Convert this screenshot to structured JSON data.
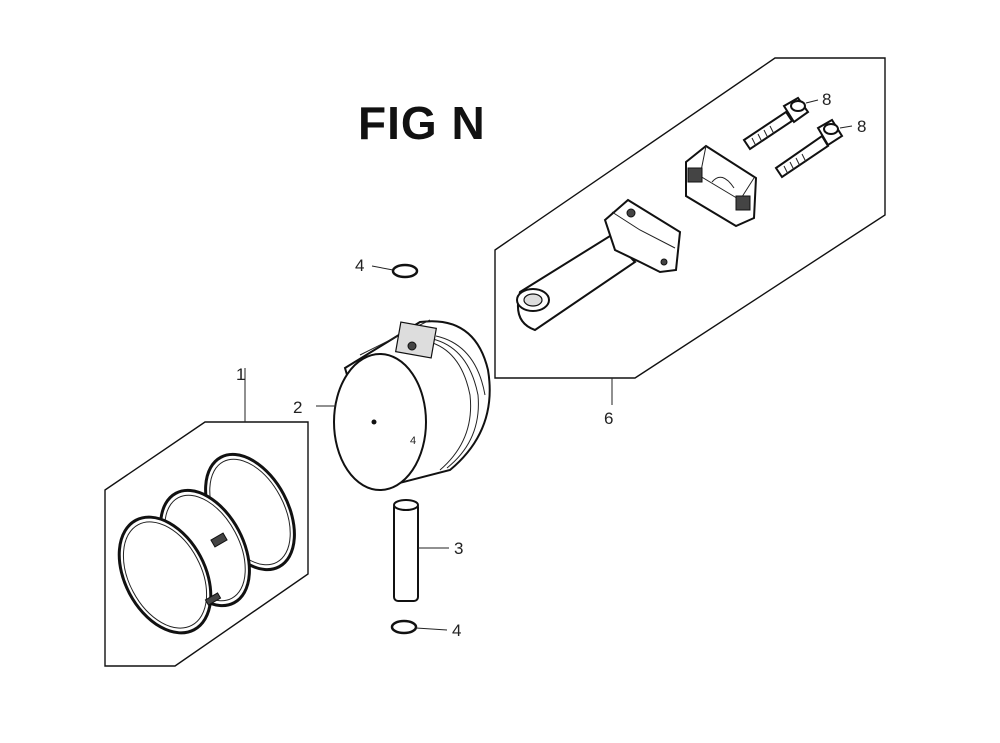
{
  "figure": {
    "title": "FIG N"
  },
  "callouts": {
    "piston_ring_set": "1",
    "piston": "2",
    "piston_pin": "3",
    "pin_clip_top": "4",
    "pin_clip_bottom": "4",
    "connecting_rod_assembly": "6",
    "rod_bolt_upper": "8",
    "rod_bolt_lower": "8"
  }
}
